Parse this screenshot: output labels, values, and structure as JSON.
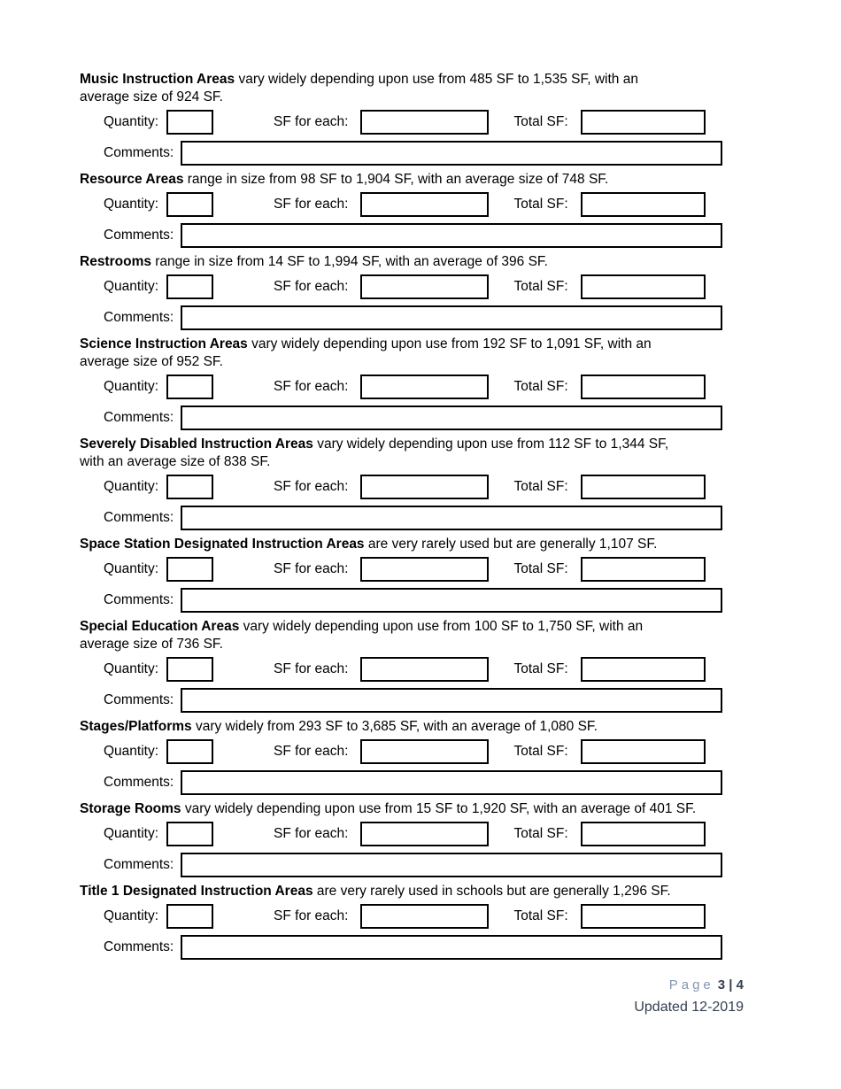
{
  "form": {
    "field_labels": {
      "quantity": "Quantity:",
      "sf_for_each": "SF for each:",
      "total_sf": "Total SF:",
      "comments": "Comments:"
    },
    "sections": [
      {
        "id": "music-instruction-areas",
        "title": "Music Instruction Areas",
        "description_lines": [
          " vary widely depending upon use from 485 SF to 1,535 SF, with an",
          "average size of 924 SF."
        ],
        "quantity_value": "",
        "sf_for_each_value": "",
        "total_sf_value": "",
        "comments_value": ""
      },
      {
        "id": "resource-areas",
        "title": "Resource Areas",
        "description_lines": [
          " range in size from 98 SF to 1,904 SF, with an average size of 748 SF."
        ],
        "quantity_value": "",
        "sf_for_each_value": "",
        "total_sf_value": "",
        "comments_value": ""
      },
      {
        "id": "restrooms",
        "title": "Restrooms",
        "description_lines": [
          " range in size from 14 SF to 1,994 SF, with an average of 396 SF."
        ],
        "quantity_value": "",
        "sf_for_each_value": "",
        "total_sf_value": "",
        "comments_value": ""
      },
      {
        "id": "science-instruction-areas",
        "title": "Science Instruction Areas",
        "description_lines": [
          " vary widely depending upon use from 192 SF to 1,091 SF, with an",
          "average size of 952 SF."
        ],
        "quantity_value": "",
        "sf_for_each_value": "",
        "total_sf_value": "",
        "comments_value": ""
      },
      {
        "id": "severely-disabled-instruction-areas",
        "title": "Severely Disabled Instruction Areas",
        "description_lines": [
          " vary widely depending upon use from 112 SF to 1,344 SF,",
          "with an average size of 838 SF."
        ],
        "quantity_value": "",
        "sf_for_each_value": "",
        "total_sf_value": "",
        "comments_value": ""
      },
      {
        "id": "space-station-designated-instruction-areas",
        "title": "Space Station Designated Instruction Areas",
        "description_lines": [
          " are very rarely used but are generally 1,107 SF."
        ],
        "quantity_value": "",
        "sf_for_each_value": "",
        "total_sf_value": "",
        "comments_value": ""
      },
      {
        "id": "special-education-areas",
        "title": "Special Education Areas",
        "description_lines": [
          " vary widely depending upon use from 100 SF to 1,750 SF, with an",
          "average size of 736 SF."
        ],
        "quantity_value": "",
        "sf_for_each_value": "",
        "total_sf_value": "",
        "comments_value": ""
      },
      {
        "id": "stages-platforms",
        "title": "Stages/Platforms",
        "description_lines": [
          " vary widely from 293 SF to 3,685 SF, with an average of 1,080 SF."
        ],
        "quantity_value": "",
        "sf_for_each_value": "",
        "total_sf_value": "",
        "comments_value": ""
      },
      {
        "id": "storage-rooms",
        "title": "Storage Rooms",
        "description_lines": [
          " vary widely depending upon use from 15 SF to 1,920 SF, with an average of 401 SF."
        ],
        "quantity_value": "",
        "sf_for_each_value": "",
        "total_sf_value": "",
        "comments_value": ""
      },
      {
        "id": "title-1-designated-instruction-areas",
        "title": "Title 1 Designated Instruction Areas",
        "description_lines": [
          " are very rarely used in schools but are generally 1,296 SF."
        ],
        "quantity_value": "",
        "sf_for_each_value": "",
        "total_sf_value": "",
        "comments_value": ""
      }
    ]
  },
  "footer": {
    "page_label": "Page",
    "page_number": "3 | 4",
    "updated": "Updated 12-2019"
  },
  "colors": {
    "body_text": "#000000",
    "box_border": "#000000",
    "page_label": "#8496B0",
    "footer_text": "#333F50"
  }
}
